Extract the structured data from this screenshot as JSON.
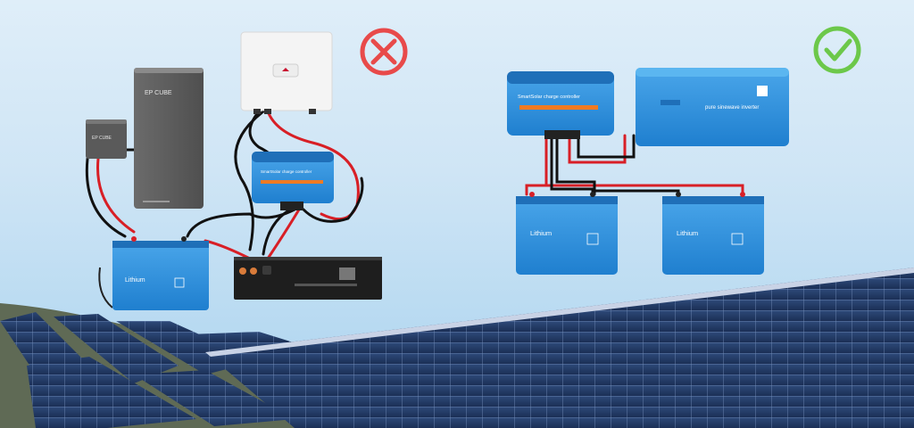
{
  "left_setup": {
    "ep_cube_tower_label": "EP CUBE",
    "ep_cube_box_label": "EP CUBE",
    "charge_controller_label": "SmartSolar charge controller",
    "battery_label": "Lithium"
  },
  "right_setup": {
    "charge_controller_label": "SmartSolar charge controller",
    "inverter_label": "pure sinewave inverter",
    "battery_left_label": "Lithium",
    "battery_right_label": "Lithium"
  },
  "status": {
    "wrong_color": "#e84a4a",
    "right_color": "#6cc84a"
  },
  "colors": {
    "victron_blue": "#2f8fdc",
    "wire_red": "#d81f26",
    "wire_black": "#111111"
  }
}
